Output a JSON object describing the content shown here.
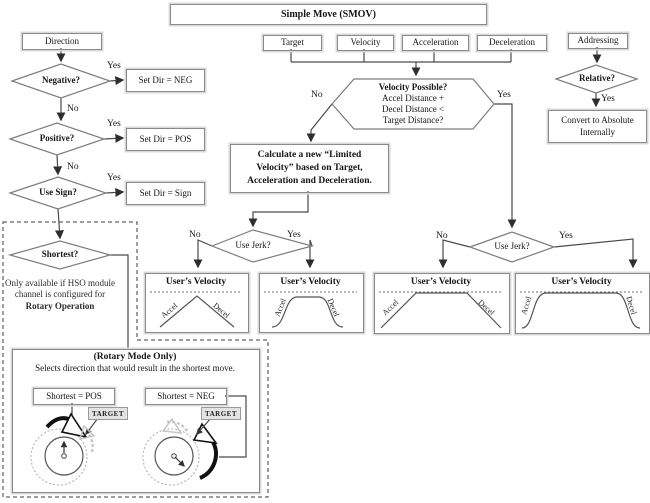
{
  "title": "Simple Move (SMOV)",
  "labels": {
    "yes": "Yes",
    "no": "No"
  },
  "left_flow": {
    "direction": "Direction",
    "negative": "Negative?",
    "positive": "Positive?",
    "use_sign": "Use Sign?",
    "shortest": "Shortest?",
    "set_neg": "Set Dir = NEG",
    "set_pos": "Set Dir = POS",
    "set_sign": "Set Dir = Sign",
    "note_plain": "Only available if HSO module channel is configured for ",
    "note_bold": "Rotary Operation"
  },
  "inputs": {
    "target": "Target",
    "velocity": "Velocity",
    "acceleration": "Acceleration",
    "deceleration": "Deceleration"
  },
  "velocity_check": {
    "title": "Velocity Possible?",
    "condition": "Accel Distance +\nDecel Distance <\nTarget Distance?"
  },
  "calc_box": "Calculate a new “Limited\nVelocity” based on Target,\nAcceleration and Deceleration.",
  "jerk": {
    "label": "Use Jerk?"
  },
  "velocity_boxes": {
    "title": "User’s Velocity",
    "accel": "Accel",
    "decel": "Decel"
  },
  "addressing": {
    "label": "Addressing",
    "relative": "Relative?",
    "convert": "Convert to Absolute\nInternally"
  },
  "rotary": {
    "title": "(Rotary Mode Only)",
    "subtitle": "Selects direction that would result in the shortest move.",
    "shortest_pos": "Shortest = POS",
    "shortest_neg": "Shortest = NEG",
    "target": "TARGET"
  },
  "colors": {
    "line": "#3f3f3f",
    "box_border": "#8a8a8a",
    "ghost": "#c4c4c4",
    "accent_black": "#111111"
  }
}
